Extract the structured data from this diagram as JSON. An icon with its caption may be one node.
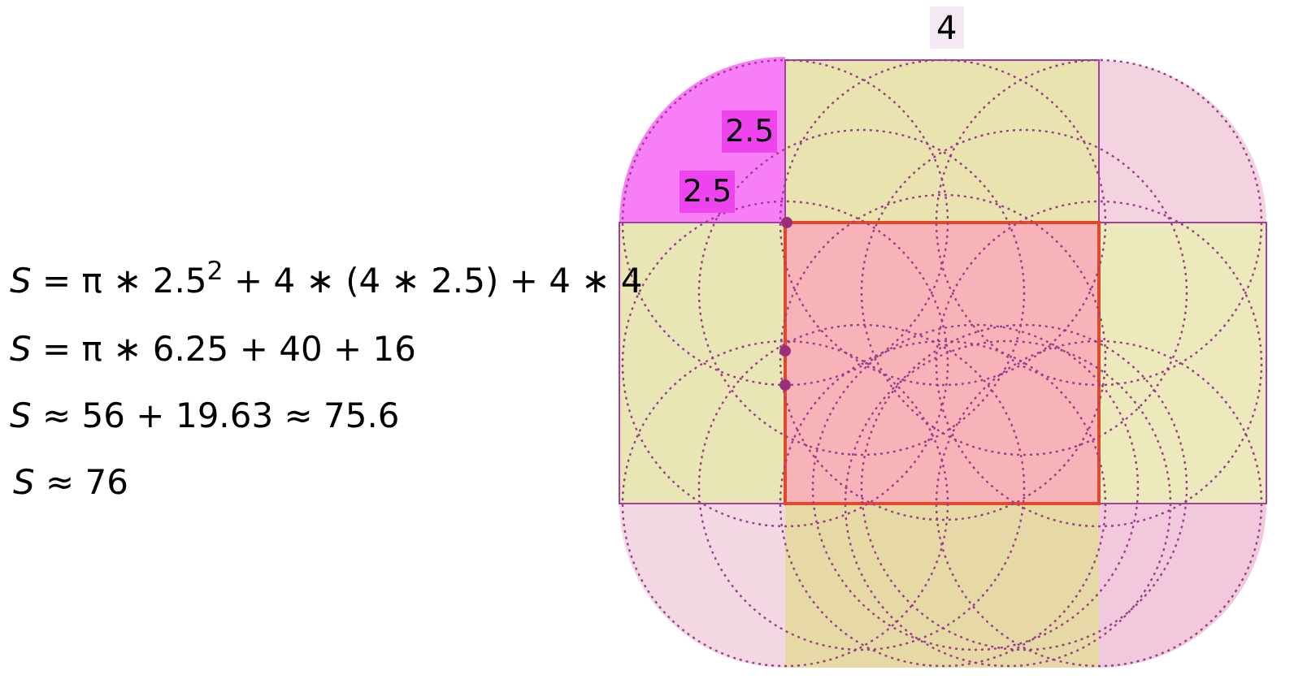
{
  "diagram": {
    "labels": [
      "4",
      "2.5",
      "2.5",
      "*S* = π ∗ 2.5$^{2}$ + 4 ∗ (4 ∗ 2.5) + 4 ∗ 4",
      "*S* = π ∗ 6.25 + 40 + 16",
      "*S* ≈ 56 + 19.63 ≈ 75.6",
      "*S* ≈ 76"
    ]
  }
}
